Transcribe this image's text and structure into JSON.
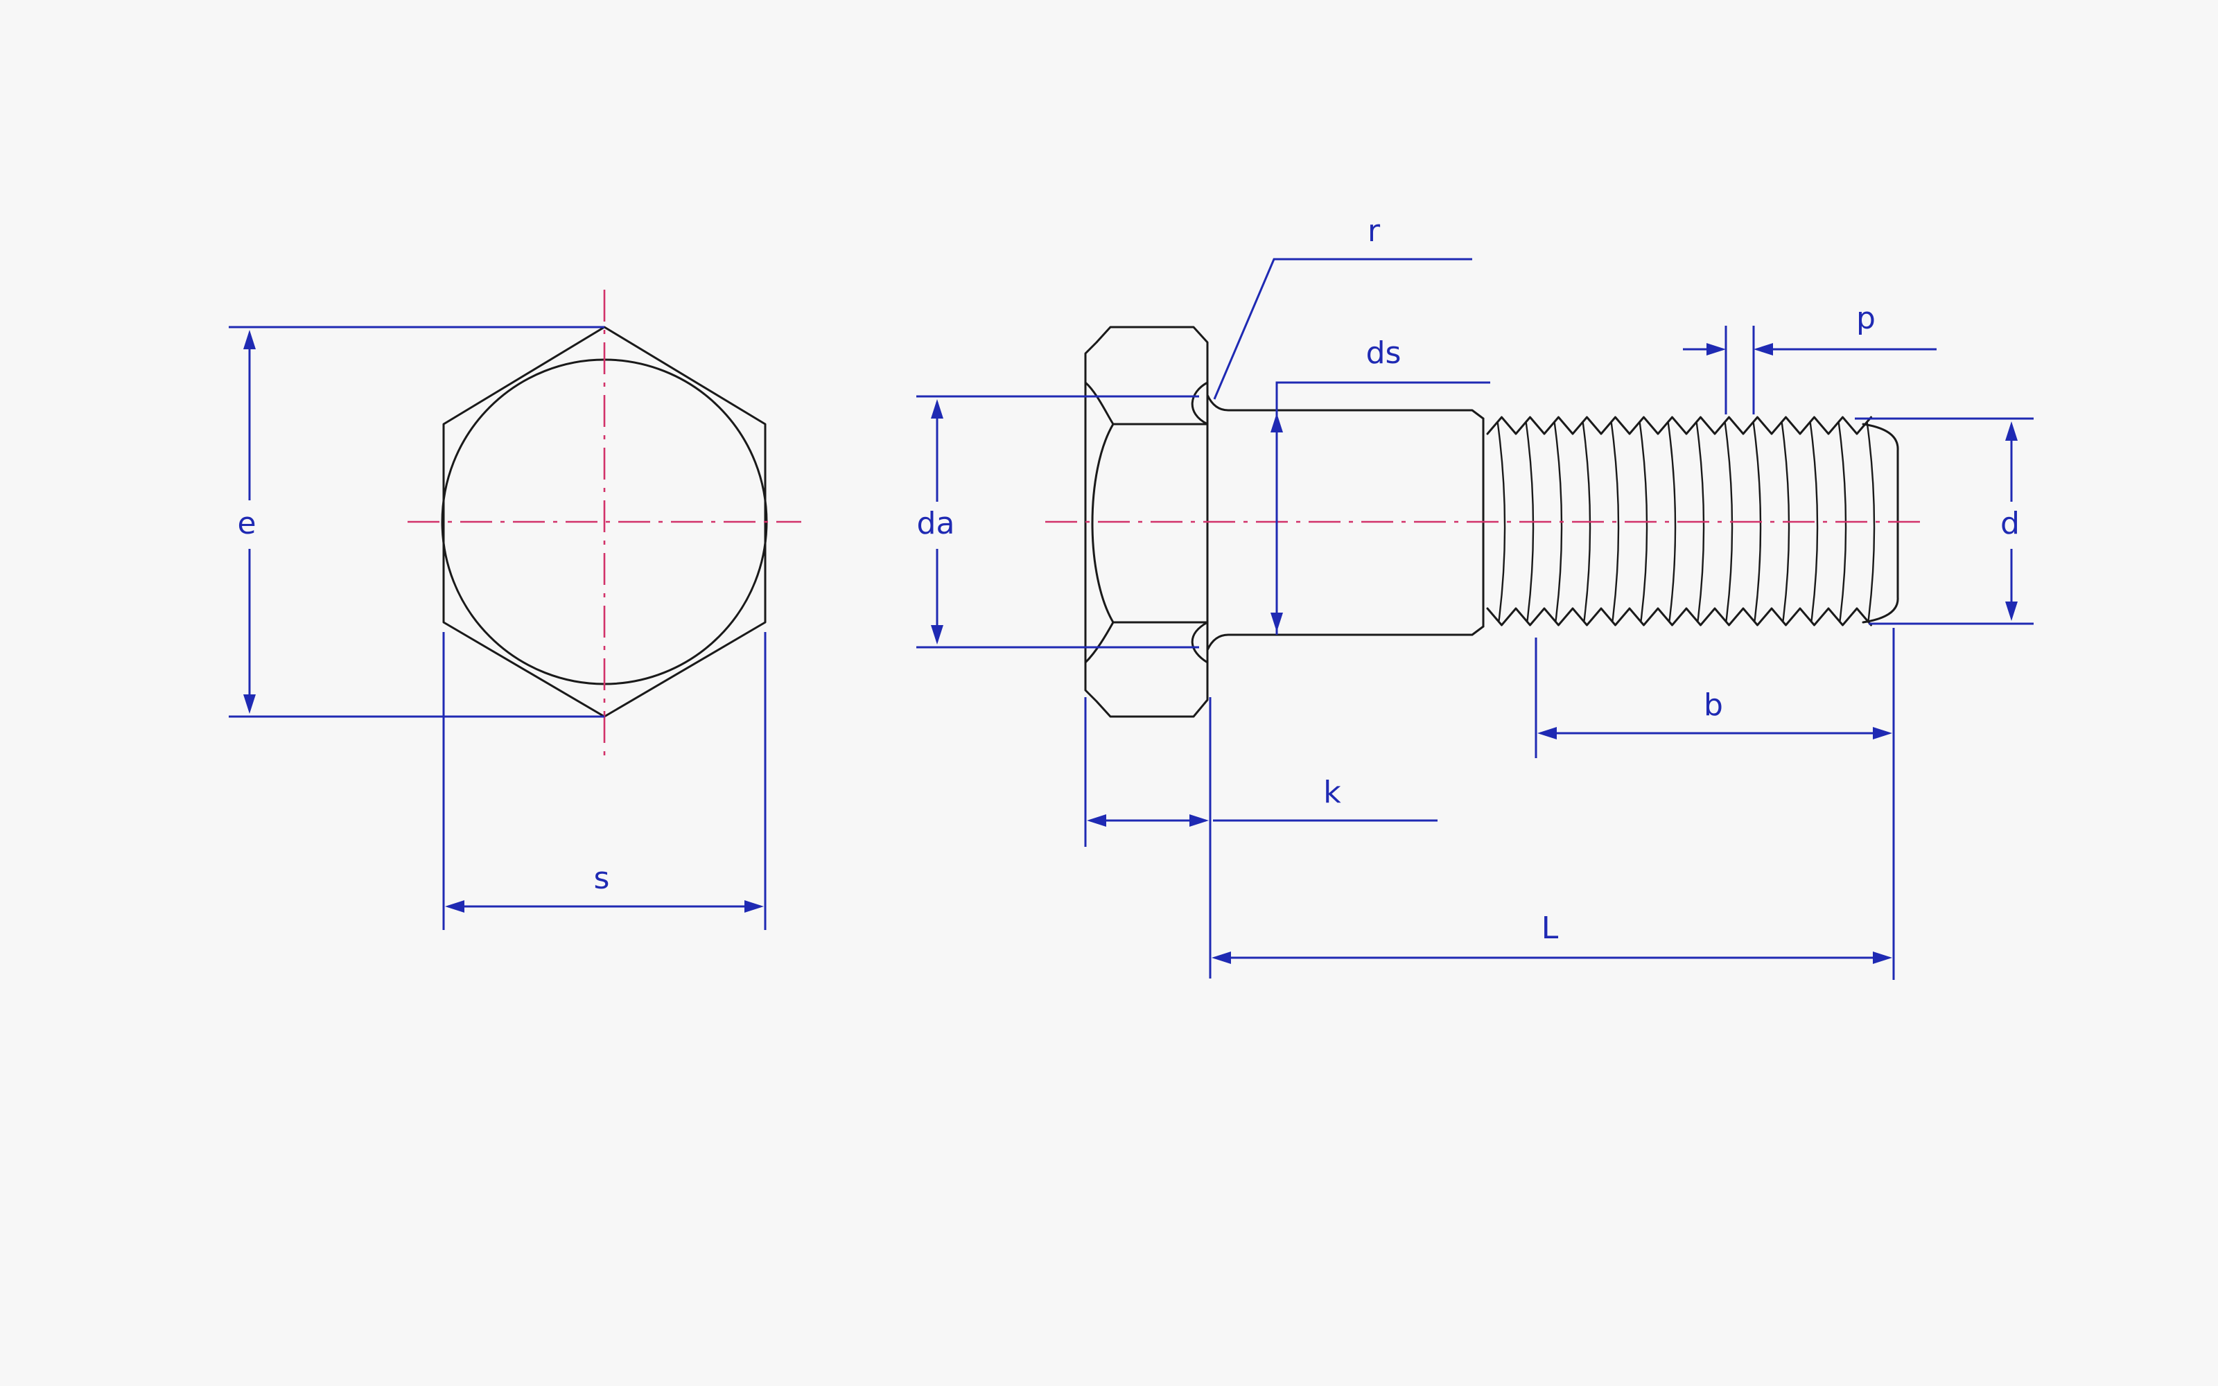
{
  "labels": {
    "e": "e",
    "s": "s",
    "da": "da",
    "r": "r",
    "ds": "ds",
    "p": "p",
    "d": "d",
    "b": "b",
    "k": "k",
    "L": "L"
  },
  "colors": {
    "outline": "#1a1a1a",
    "dimension": "#1f2ab3",
    "centerline": "#d2326a",
    "background": "#f7f7f7"
  }
}
